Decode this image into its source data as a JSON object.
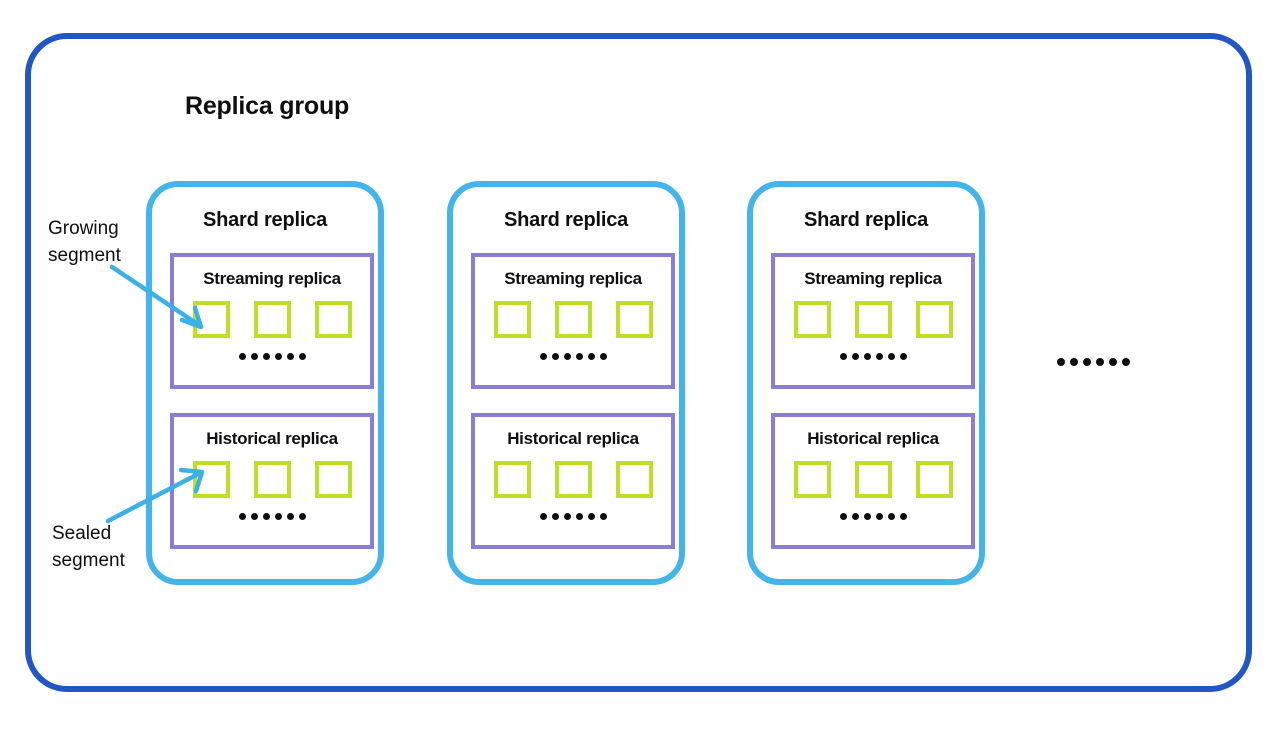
{
  "diagram": {
    "title": "Replica group",
    "standalone_ellipsis": {
      "icon": "horizontal-ellipsis-icon",
      "dot_count": 6
    },
    "annotations": [
      {
        "id": "growing",
        "label": "Growing\nsegment",
        "arrow": "arrow-down-right-icon",
        "points_to": "streaming-replica-first-segment"
      },
      {
        "id": "sealed",
        "label": "Sealed\nsegment",
        "arrow": "arrow-up-right-icon",
        "points_to": "historical-replica-first-segment"
      }
    ],
    "shards": [
      {
        "title": "Shard replica",
        "replicas": [
          {
            "title": "Streaming replica",
            "segments": 3,
            "ellipsis_dots": 6
          },
          {
            "title": "Historical replica",
            "segments": 3,
            "ellipsis_dots": 6
          }
        ]
      },
      {
        "title": "Shard replica",
        "replicas": [
          {
            "title": "Streaming replica",
            "segments": 3,
            "ellipsis_dots": 6
          },
          {
            "title": "Historical replica",
            "segments": 3,
            "ellipsis_dots": 6
          }
        ]
      },
      {
        "title": "Shard replica",
        "replicas": [
          {
            "title": "Streaming replica",
            "segments": 3,
            "ellipsis_dots": 6
          },
          {
            "title": "Historical replica",
            "segments": 3,
            "ellipsis_dots": 6
          }
        ]
      }
    ],
    "colors": {
      "group_border": "#2156c5",
      "shard_border": "#44b5ea",
      "replica_border": "#8b7cd8",
      "segment_border": "#bde026",
      "arrow": "#3cb0e8",
      "text": "#0f0f10",
      "background": "#ffffff"
    }
  }
}
